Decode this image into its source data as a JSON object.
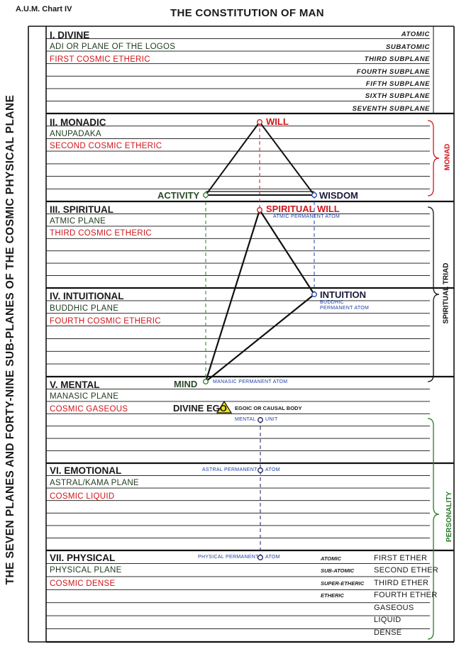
{
  "header": {
    "chart_id": "A.U.M. Chart IV",
    "title": "THE CONSTITUTION OF MAN"
  },
  "side_title": "THE SEVEN PLANES AND FORTY-NINE SUB-PLANES OF THE COSMIC PHYSICAL PLANE",
  "planes": [
    {
      "name": "I. DIVINE",
      "sub1": "ADI OR PLANE OF THE LOGOS",
      "sub2": "FIRST COSMIC ETHERIC"
    },
    {
      "name": "II. MONADIC",
      "sub1": "ANUPADAKA",
      "sub2": "SECOND COSMIC ETHERIC"
    },
    {
      "name": "III. SPIRITUAL",
      "sub1": "ATMIC PLANE",
      "sub2": "THIRD COSMIC ETHERIC"
    },
    {
      "name": "IV. INTUITIONAL",
      "sub1": "BUDDHIC PLANE",
      "sub2": "FOURTH COSMIC ETHERIC"
    },
    {
      "name": "V. MENTAL",
      "sub1": "MANASIC PLANE",
      "sub2": "COSMIC GASEOUS"
    },
    {
      "name": "VI. EMOTIONAL",
      "sub1": "ASTRAL/KAMA PLANE",
      "sub2": "COSMIC LIQUID"
    },
    {
      "name": "VII. PHYSICAL",
      "sub1": "PHYSICAL PLANE",
      "sub2": "COSMIC DENSE"
    }
  ],
  "subplanes": [
    "ATOMIC",
    "SUBATOMIC",
    "THIRD SUBPLANE",
    "FOURTH SUBPLANE",
    "FIFTH SUBPLANE",
    "SIXTH SUBPLANE",
    "SEVENTH SUBPLANE"
  ],
  "ethers": [
    {
      "small": "ATOMIC",
      "big": "FIRST ETHER"
    },
    {
      "small": "SUB-ATOMIC",
      "big": "SECOND ETHER"
    },
    {
      "small": "SUPER-ETHERIC",
      "big": "THIRD ETHER"
    },
    {
      "small": "ETHERIC",
      "big": "FOURTH ETHER"
    },
    {
      "small": "",
      "big": "GASEOUS"
    },
    {
      "small": "",
      "big": "LIQUID"
    },
    {
      "small": "",
      "big": "DENSE"
    }
  ],
  "diagram": {
    "will": "WILL",
    "activity": "ACTIVITY",
    "wisdom": "WISDOM",
    "spiritual_will": "SPIRITUAL WILL",
    "atmic_atom": "ATMIC PERMANENT ATOM",
    "intuition": "INTUITION",
    "buddhic_atom_1": "BUDDHIC",
    "buddhic_atom_2": "PERMANENT ATOM",
    "mind": "MIND",
    "manasic_atom": "MANASIC PERMANENT ATOM",
    "divine_ego": "DIVINE EGO",
    "causal_body": "EGOIC OR CAUSAL BODY",
    "mental_unit_1": "MENTAL",
    "mental_unit_2": "UNIT",
    "astral_atom_1": "ASTRAL PERMANENT",
    "astral_atom_2": "ATOM",
    "physical_atom_1": "PHYSICAL PERMANENT",
    "physical_atom_2": "ATOM"
  },
  "brackets": {
    "monad": "MONAD",
    "spiritual_triad": "SPIRITUAL TRIAD",
    "personality": "PERSONALITY"
  },
  "colors": {
    "red": "#d0161b",
    "green": "#1e3a1e",
    "blue": "#1e3fa8",
    "yellow": "#f4e21a"
  }
}
